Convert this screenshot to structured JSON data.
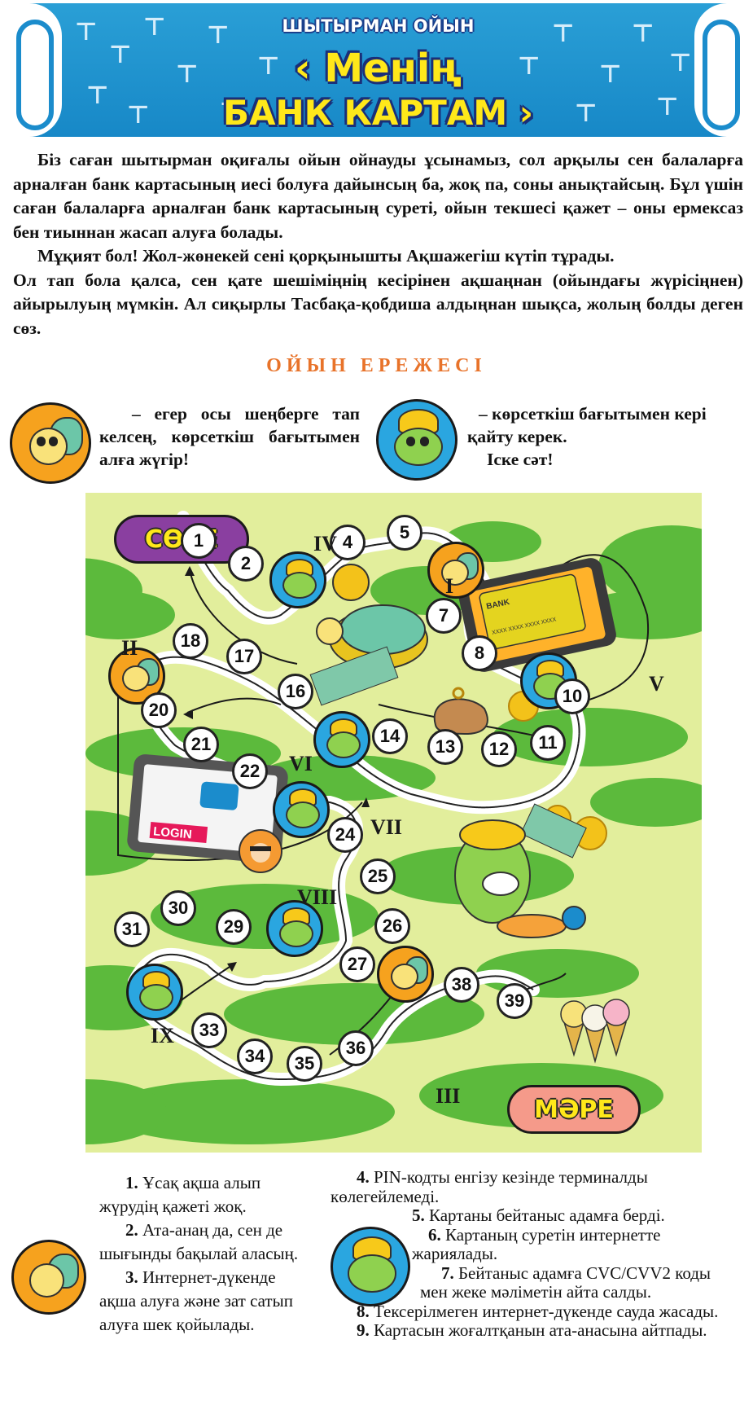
{
  "banner": {
    "subtitle": "ШЫТЫРМАН ОЙЫН",
    "title_line1": "Менің",
    "title_line2": "БАНК КАРТАМ"
  },
  "intro": {
    "p1": "Біз саған шытырман оқиғалы ойын ойнауды ұсынамыз, сол арқылы сен балаларға арналған банк картасының иесі болуға дайынсың ба, жоқ па, соны анықтайсың. Бұл үшін саған балаларға арналған банк картасының суреті, ойын текшесі қажет – оны ермексаз бен тиыннан жасап алуға болады.",
    "p2": "Мұқият бол! Жол-жөнекей сені қорқынышты  Ақшажегіш күтіп тұрады.",
    "p3": "Ол тап бола қалса, сен қате шешіміңнің кесірінен ақшаңнан (ойындағы жүрісіңнен) айырылуың мүмкін. Ал сиқырлы Тасбақа-қобдиша алдыңнан шықса, жолың болды деген сөз."
  },
  "rules": {
    "heading": "ОЙЫН ЕРЕЖЕСІ",
    "forward": "– егер осы шеңберге тап келсең, көрсеткіш бағытымен алға жүгір!",
    "back_line1": "– көрсеткіш бағытымен кері қайту керек.",
    "back_line2": "Іске сәт!"
  },
  "board": {
    "start": "СӨРЕ",
    "finish": "МӘРЕ",
    "cells": [
      "1",
      "2",
      "4",
      "5",
      "7",
      "8",
      "10",
      "11",
      "12",
      "13",
      "14",
      "16",
      "17",
      "18",
      "20",
      "21",
      "22",
      "24",
      "25",
      "26",
      "27",
      "29",
      "30",
      "31",
      "33",
      "34",
      "35",
      "36",
      "38",
      "39"
    ],
    "roman": [
      "I",
      "II",
      "III",
      "IV",
      "V",
      "VI",
      "VII",
      "VIII",
      "IX"
    ],
    "card_bank_label": "BANK",
    "card_number": "XXXX  XXXX  XXXX  XXXX",
    "login_label": "LOGIN"
  },
  "good_list": {
    "i1_num": "1.",
    "i1": "Ұсақ ақша алып жүрудің қажеті жоқ.",
    "i2_num": "2.",
    "i2": "Ата-анаң да, сен де шығынды бақылай аласың.",
    "i3_num": "3.",
    "i3": "Интернет-дүкенде ақша алуға және зат сатып алуға шек қойылады."
  },
  "bad_list": {
    "i4_num": "4.",
    "i4": "PIN-кодты енгізу кезінде терминалды көлегейлемеді.",
    "i5_num": "5.",
    "i5": "Картаны бейтаныс адамға берді.",
    "i6_num": "6.",
    "i6": "Картаның суретін интернетте жариялады.",
    "i7_num": "7.",
    "i7": "Бейтаныс адамға CVC/CVV2 коды мен жеке мәліметін айта салды.",
    "i8_num": "8.",
    "i8": "Тексерілмеген интернет-дүкенде сауда жасады.",
    "i9_num": "9.",
    "i9": "Картасын жоғалтқанын ата-анасына айтпады."
  },
  "colors": {
    "banner_blue": "#1b8ccc",
    "title_yellow": "#ffe81a",
    "heading_orange": "#e8732a",
    "board_bg": "#e2ee9c",
    "board_green": "#5cba3c",
    "start_purple": "#8a3fa0",
    "finish_pink": "#f59a8a"
  },
  "icons": [
    "turtle-token-icon",
    "monster-token-icon",
    "tablet-bank-card-icon",
    "login-tablet-icon",
    "coin-purse-icon",
    "coin-icon",
    "ice-cream-icon",
    "money-monster-icon"
  ]
}
